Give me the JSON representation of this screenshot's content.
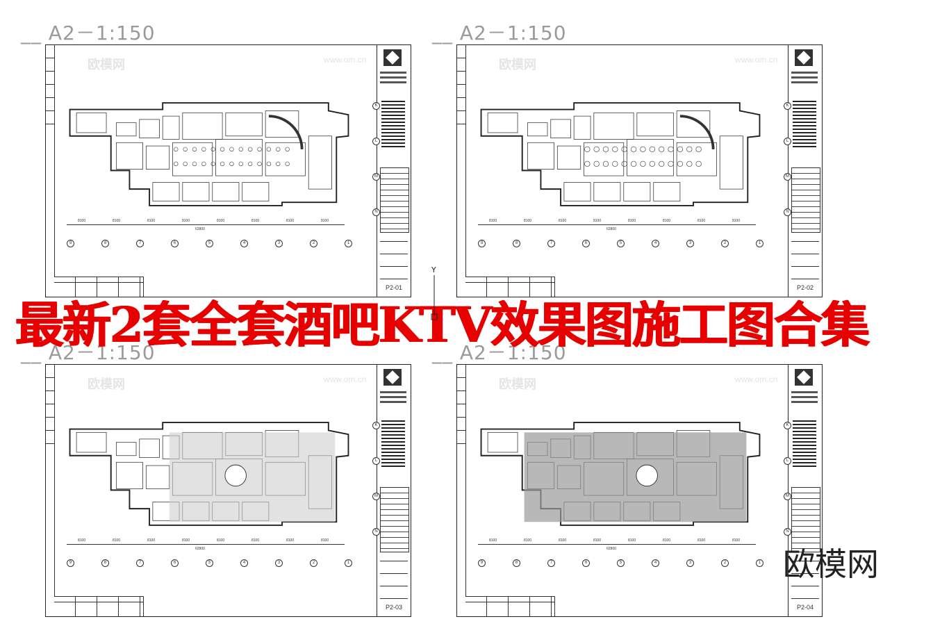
{
  "headline": "最新2套全套酒吧KTV效果图施工图合集",
  "brand_logo": "欧模网",
  "watermark_text": "欧模网",
  "watermark_url": "www.om.cn",
  "ucs_axis_label": "Y",
  "colors": {
    "headline": "#e60000",
    "drawing_line": "#222222",
    "scale_label": "#9a9a9a",
    "background": "#ffffff"
  },
  "sheets": [
    {
      "scale_label": "A2－1:150",
      "sheet_number": "P2-01",
      "plan_style": "layout"
    },
    {
      "scale_label": "A2－1:150",
      "sheet_number": "P2-02",
      "plan_style": "furniture"
    },
    {
      "scale_label": "A2－1:150",
      "sheet_number": "P2-03",
      "plan_style": "ceiling"
    },
    {
      "scale_label": "A2－1:150",
      "sheet_number": "P2-04",
      "plan_style": "floor"
    }
  ],
  "axis_letters": [
    "K",
    "L",
    "M",
    "N"
  ],
  "axis_numbers": [
    "9",
    "8",
    "7",
    "6",
    "5",
    "4",
    "3",
    "2",
    "1"
  ],
  "bay_dimension": "8100",
  "total_dimension": "62800"
}
